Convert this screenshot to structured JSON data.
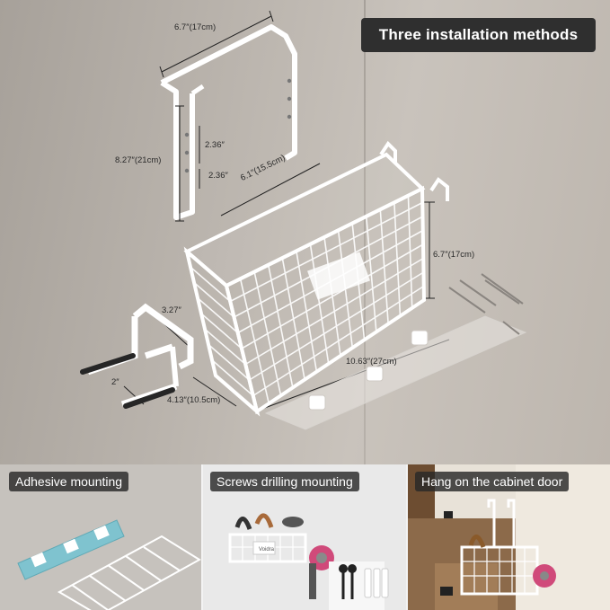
{
  "title": "Three installation methods",
  "dimensions": {
    "top_width": "6.7″(17cm)",
    "hook_height": "8.27″(21cm)",
    "hook_gap_1": "2.36″",
    "hook_gap_2": "2.36″",
    "basket_top_width": "6.1″(15.5cm)",
    "basket_height": "6.7″(17cm)",
    "holder_depth": "3.27″",
    "holder_gap": "2″",
    "basket_depth": "4.13″(10.5cm)",
    "basket_length": "10.63″(27cm)"
  },
  "methods": [
    {
      "label": "Adhesive mounting"
    },
    {
      "label": "Screws drilling mounting"
    },
    {
      "label": "Hang on the cabinet door"
    }
  ],
  "basket_tag": "Voidra",
  "colors": {
    "badge": "#2f2f2f",
    "wall": "#bab4ad",
    "wire": "#ffffff",
    "adhesive": "#7fc3cf"
  }
}
